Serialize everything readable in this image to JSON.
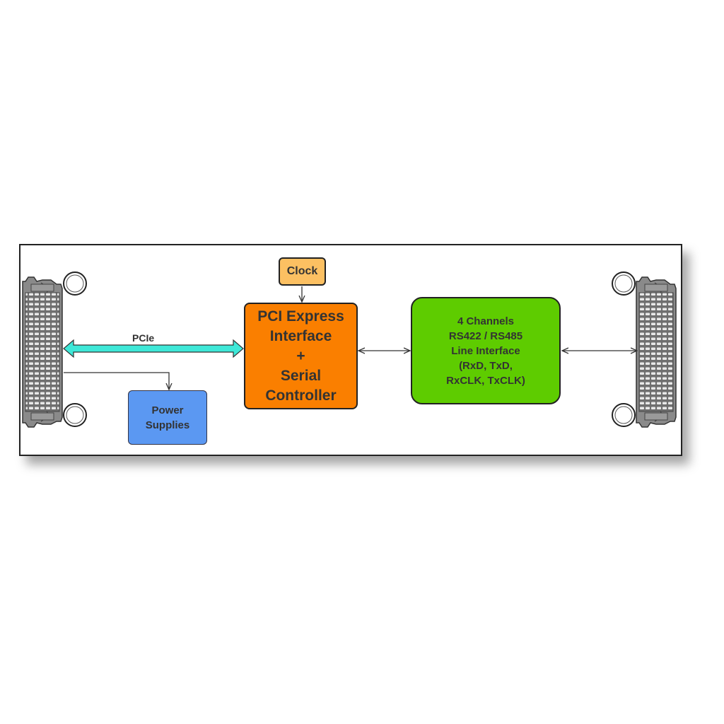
{
  "blocks": {
    "clock": "Clock",
    "pci_controller": "PCI Express\nInterface\n+\nSerial\nController",
    "line_interface": "4 Channels\nRS422 / RS485\nLine Interface\n(RxD, TxD,\nRxCLK, TxCLK)",
    "power_supplies": "Power\nSupplies"
  },
  "links": {
    "pcie_label": "PCIe"
  },
  "colors": {
    "clock": "#fcc062",
    "pci_controller": "#fa7f00",
    "line_interface": "#5ecc00",
    "power_supplies": "#5b98f2",
    "pcie_bus": "#3ee8d8",
    "connector": "#8a8a8a"
  }
}
